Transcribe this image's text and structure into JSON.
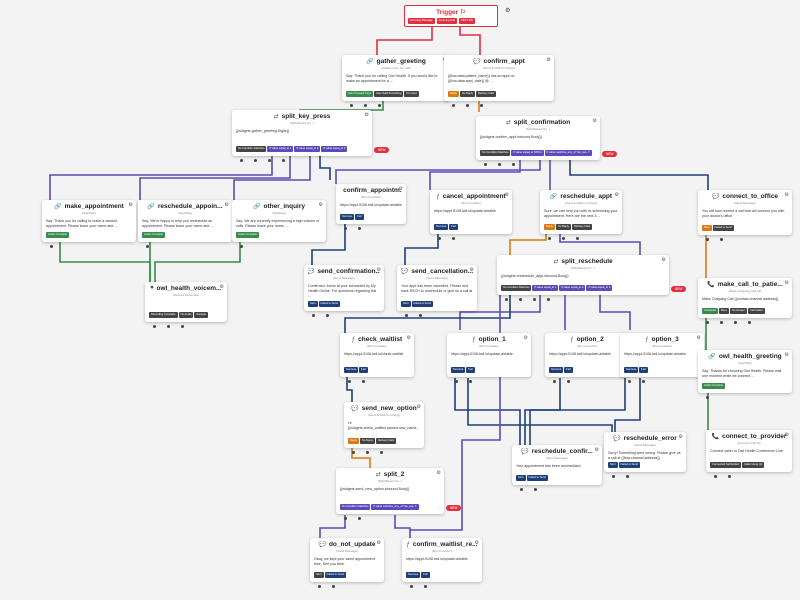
{
  "trigger": {
    "title": "Trigger",
    "buttons": [
      "Incoming Message",
      "Incoming Call",
      "REST API"
    ]
  },
  "nodes": {
    "gather_greeting": {
      "title": "gather_greeting",
      "subtitle": "(Gather Input On Call)",
      "body": "Say: Thank you for calling Owl Health. If you would like to make an appointment for a ...",
      "buttons": [
        "User Pressed Keys",
        "User Said Something",
        "No Input"
      ]
    },
    "confirm_appt": {
      "title": "confirm_appt",
      "subtitle": "(Send & Wait For Reply)",
      "body": "{{flow.data.patient_name}} has an appt on {{flow.data.appt_date}} @ ...",
      "buttons": [
        "Reply",
        "No Reply",
        "Delivery Fails"
      ]
    },
    "split_key_press": {
      "title": "split_key_press",
      "subtitle": "(Split Based On...)",
      "body": "{{widgets.gather_greeting.Digits}}",
      "buttons": [
        "No Condition Matches",
        "If value equal_to 1",
        "If value equal_to 2",
        "If value equal_to 3"
      ],
      "new": "NEW"
    },
    "split_confirmation": {
      "title": "split_confirmation",
      "subtitle": "(Split Based On...)",
      "body": "{{widgets.confirm_appt.inbound.Body}}",
      "buttons": [
        "No Condition Matches",
        "If value equal_to RSCH",
        "If value matches_any_of Yes, yes, Y"
      ],
      "new": "NEW"
    },
    "make_appointment": {
      "title": "make_appointment",
      "subtitle": "(Say/Play)",
      "body": "Say: Thank you for calling to make a vaccine appointment. Please leave your name and ...",
      "buttons": [
        "Audio Complete"
      ]
    },
    "reschedule_appoint": {
      "title": "reschedule_appoin...",
      "subtitle": "(Say/Play)",
      "body": "Say: We're happy to help you reschedule an appointment. Please leave your name and ...",
      "buttons": [
        "Audio Complete"
      ]
    },
    "other_inquiry": {
      "title": "other_inquiry",
      "subtitle": "(Say/Play)",
      "body": "Say: We are currently experiencing a high volume of calls. Please leave your name, ...",
      "buttons": [
        "Audio Complete"
      ]
    },
    "confirm_appointm": {
      "title": "confirm_appointm...",
      "subtitle": "(Run Function)",
      "body": "https://appt-9108.twil.io/update-airtable",
      "buttons": [
        "Success",
        "Fail"
      ]
    },
    "cancel_appointment": {
      "title": "cancel_appointment",
      "subtitle": "(Run Function)",
      "body": "https://appt-9108.twil.io/update-airtable",
      "buttons": [
        "Success",
        "Fail"
      ]
    },
    "reschedule_appt": {
      "title": "reschedule_appt",
      "subtitle": "(Send & Wait For Reply)",
      "body": "Sure, we can help you with re-scheduling your appointment. Here are the next 3 ...",
      "buttons": [
        "Reply",
        "No Reply",
        "Delivery Fails"
      ]
    },
    "connect_to_office": {
      "title": "connect_to_office",
      "subtitle": "(Send Message)",
      "body": "You will now receive a call that will connect you with your doctor's office.",
      "buttons": [
        "Sent",
        "Failed to Send"
      ]
    },
    "send_confirmation": {
      "title": "send_confirmation...",
      "subtitle": "(Send Message)",
      "body": "Confirmed. Arrive at your scheduled by My Health Online. For questions regarding this ...",
      "buttons": [
        "Sent",
        "Failed to Send"
      ]
    },
    "send_cancellation": {
      "title": "send_cancellation...",
      "subtitle": "(Send Message)",
      "body": "Your appt has been cancelled. Please text back RSCH to reschedule or give us a call at ...",
      "buttons": [
        "Sent",
        "Failed to Send"
      ]
    },
    "split_reschedule": {
      "title": "split_reschedule",
      "subtitle": "(Split Based On...)",
      "body": "{{widgets.reschedule_appt.inbound.Body}}",
      "buttons": [
        "No Condition Matches",
        "If value equal_to 1",
        "If value equal_to 2",
        "If value equal_to 3"
      ],
      "new": "NEW"
    },
    "make_call_to_patient": {
      "title": "make_call_to_patie...",
      "subtitle": "(Make Outgoing Call V2)",
      "body": "Make Outgoing Call {{contact.channel.address}}",
      "buttons": [
        "Answered",
        "Busy",
        "No Answer",
        "Call Failed"
      ]
    },
    "owl_health_voicemail": {
      "title": "owl_health_voicem...",
      "subtitle": "(Record Voicemail)",
      "body": "",
      "buttons": [
        "Recording Complete",
        "No Audio",
        "Hangup"
      ]
    },
    "check_waitlist": {
      "title": "check_waitlist",
      "subtitle": "(Run Function)",
      "body": "https://appt-9108.twil.io/check-waitlist",
      "buttons": [
        "Success",
        "Fail"
      ]
    },
    "option_1": {
      "title": "option_1",
      "subtitle": "(Run Function)",
      "body": "https://appt-9108.twil.io/update-airtable",
      "buttons": [
        "Success",
        "Fail"
      ]
    },
    "option_2": {
      "title": "option_2",
      "subtitle": "(Run Function)",
      "body": "https://appt-9108.twil.io/update-airtable",
      "buttons": [
        "Success",
        "Fail"
      ]
    },
    "option_3": {
      "title": "option_3",
      "subtitle": "(Run Function)",
      "body": "https://appt-9108.twil.io/update-airtable",
      "buttons": [
        "Success",
        "Fail"
      ]
    },
    "owl_health_greeting": {
      "title": "owl_health_greeting",
      "subtitle": "(Say/Play)",
      "body": "Say: Thanks for choosing Owl Health. Please wait one moment while we connect ...",
      "buttons": [
        "Audio Complete"
      ]
    },
    "send_new_option": {
      "title": "send_new_option",
      "subtitle": "(Send & Wait For Reply)",
      "body": "Hi {{widgets.check_waitlist.parsed.new_name...",
      "buttons": [
        "Reply",
        "No Reply",
        "Delivery Fails"
      ]
    },
    "reschedule_error": {
      "title": "reschedule_error",
      "subtitle": "(Send Message)",
      "body": "Sorry! Something went wrong. Please give us a call at {{flow.channel.address}}",
      "buttons": [
        "Sent",
        "Failed to Send"
      ]
    },
    "reschedule_confirm": {
      "title": "reschedule_confir...",
      "subtitle": "(Send Message)",
      "body": "Your appointment has been rescheduled.",
      "buttons": [
        "Sent",
        "Failed to Send"
      ]
    },
    "connect_to_provider": {
      "title": "connect_to_provider",
      "subtitle": "(Connect Call To)",
      "body": "Connect caller to Owl Health Conference Line",
      "buttons": [
        "Connected Call Ended",
        "Caller Hung Up"
      ]
    },
    "split_2": {
      "title": "split_2",
      "subtitle": "(Split Based On...)",
      "body": "{{widgets.send_new_option.inbound.Body}}",
      "buttons": [
        "No Condition Matches",
        "If value matches_any_of Yes, yes, Y"
      ],
      "new": "NEW"
    },
    "do_not_update": {
      "title": "do_not_update",
      "subtitle": "(Send Message)",
      "body": "Okay, we kept your same appointment time. See you then.",
      "buttons": [
        "Sent",
        "Failed to Send"
      ]
    },
    "confirm_waitlist": {
      "title": "confirm_waitlist_re...",
      "subtitle": "(Run Function)",
      "body": "https://appt-9108.twil.io/update-airtable",
      "buttons": [
        "Success",
        "Fail"
      ]
    }
  },
  "colors": {
    "red": "#e03040",
    "navy": "#1f3f7a",
    "orange": "#d97a16",
    "purple": "#5b4db8",
    "green": "#3a8a4a",
    "dark": "#444444"
  }
}
